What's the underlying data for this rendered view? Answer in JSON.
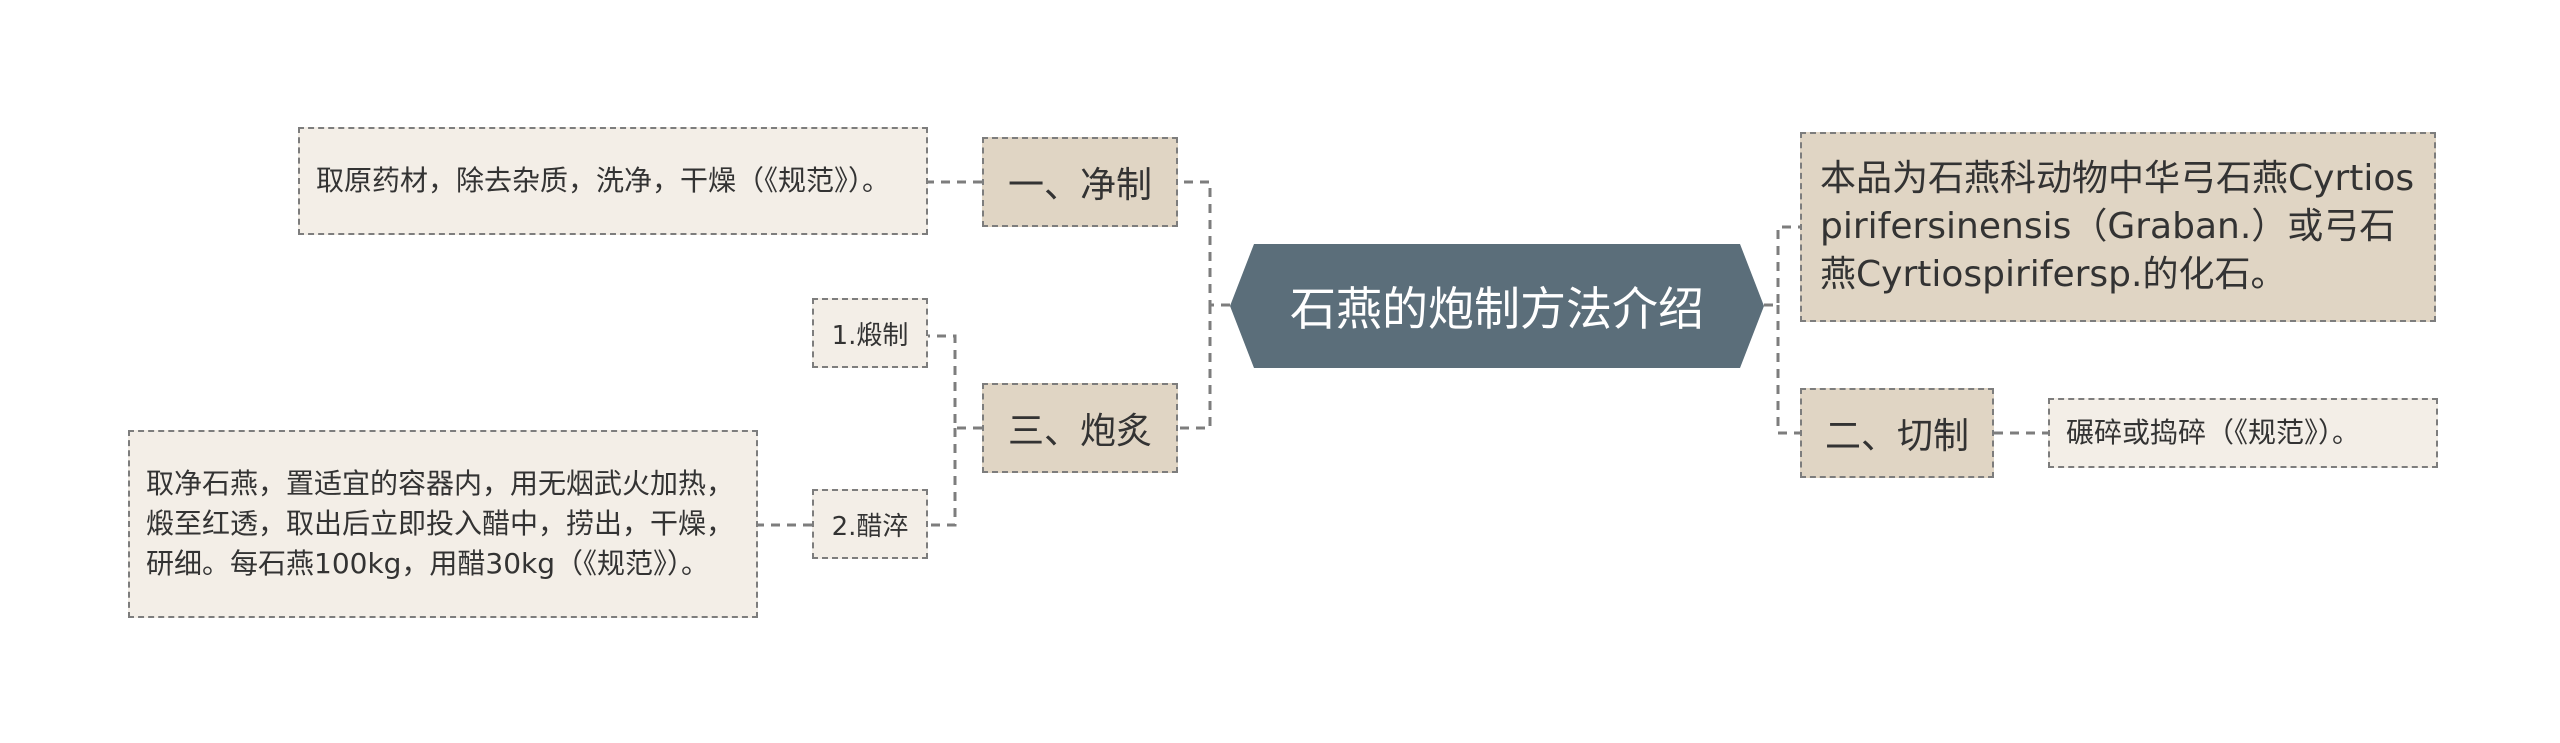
{
  "center": {
    "title": "石燕的炮制方法介绍"
  },
  "left": {
    "jingzhi": {
      "label": "一、净制",
      "text": "取原药材，除去杂质，洗净，干燥（《规范》）。"
    },
    "paozhi": {
      "label": "三、炮炙",
      "children": [
        {
          "label": "1.煅制"
        },
        {
          "label": "2.醋淬",
          "text": "取净石燕，置适宜的容器内，用无烟武火加热，煅至红透，取出后立即投入醋中，捞出，干燥，研细。每石燕100kg，用醋30kg（《规范》）。"
        }
      ]
    }
  },
  "right": {
    "description": "本品为石燕科动物中华弓石燕Cyrtiospirifersinensis（Graban.）或弓石燕Cyrtiospirifersp.的化石。",
    "qiezhi": {
      "label": "二、切制",
      "text": "碾碎或捣碎（《规范》）。"
    }
  },
  "colors": {
    "center_fill": "#5b6e7a",
    "line": "#7d7d7d",
    "level1_fill": "#e0d5c4",
    "leaf_fill": "#f3eee7"
  }
}
